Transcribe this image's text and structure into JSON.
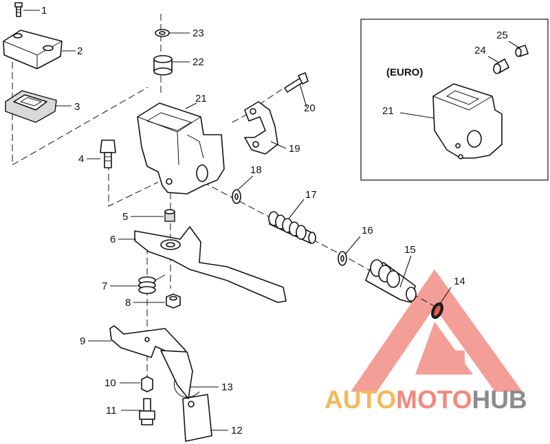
{
  "callouts": {
    "c1": "1",
    "c2": "2",
    "c3": "3",
    "c4": "4",
    "c5": "5",
    "c6": "6",
    "c7": "7",
    "c8": "8",
    "c9": "9",
    "c10": "10",
    "c11": "11",
    "c12": "12",
    "c13": "13",
    "c14": "14",
    "c15": "15",
    "c16": "16",
    "c17": "17",
    "c18": "18",
    "c19": "19",
    "c20": "20",
    "c21": "21",
    "c22": "22",
    "c23": "23",
    "inset_21": "21",
    "c24": "24",
    "c25": "25"
  },
  "inset": {
    "label": "(EURO)"
  },
  "watermark": {
    "part1": "AUTO",
    "part2": "MOTO",
    "part3": "HUB",
    "colors": {
      "auto": "#f5b85a",
      "moto": "#f08a7e",
      "hub": "#8c8c8c",
      "logo": "#f28e86"
    }
  }
}
